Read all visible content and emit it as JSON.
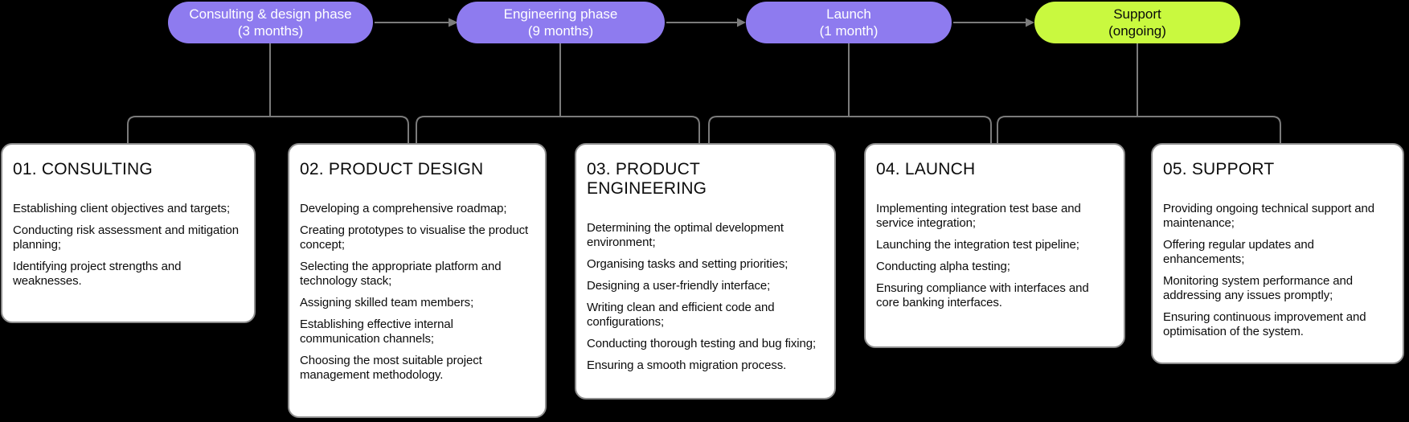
{
  "colors": {
    "background": "#000000",
    "phase_purple": "#8e7bef",
    "phase_green": "#c9f93f",
    "connector_gray": "#7b7b7b",
    "card_border": "#8e8e8e",
    "card_background": "#ffffff",
    "card_text": "#0c0c0c"
  },
  "phases": [
    {
      "line1": "Consulting & design phase",
      "line2": "(3 months)",
      "color": "#8e7bef",
      "text_color": "#ffffff"
    },
    {
      "line1": "Engineering phase",
      "line2": "(9 months)",
      "color": "#8e7bef",
      "text_color": "#ffffff"
    },
    {
      "line1": "Launch",
      "line2": "(1 month)",
      "color": "#8e7bef",
      "text_color": "#ffffff"
    },
    {
      "line1": "Support",
      "line2": "(ongoing)",
      "color": "#c9f93f",
      "text_color": "#0a0a0a"
    }
  ],
  "cards": [
    {
      "title": "01. CONSULTING",
      "items": [
        "Establishing client objectives and targets;",
        "Conducting risk assessment and mitigation planning;",
        "Identifying project strengths and weaknesses."
      ]
    },
    {
      "title": "02. PRODUCT DESIGN",
      "items": [
        "Developing a comprehensive roadmap;",
        "Creating prototypes to visualise the product concept;",
        "Selecting the appropriate platform and technology stack;",
        "Assigning skilled team members;",
        "Establishing effective internal communication channels;",
        "Choosing the most suitable project management methodology."
      ]
    },
    {
      "title": "03. PRODUCT ENGINEERING",
      "items": [
        "Determining the optimal development environment;",
        "Organising tasks and setting priorities;",
        "Designing a user-friendly interface;",
        "Writing clean and efficient code and configurations;",
        "Conducting thorough testing and bug fixing;",
        "Ensuring a smooth migration process."
      ]
    },
    {
      "title": "04. LAUNCH",
      "items": [
        "Implementing integration test base and service integration;",
        "Launching the integration test pipeline;",
        "Conducting alpha testing;",
        "Ensuring compliance with interfaces and core banking interfaces."
      ]
    },
    {
      "title": "05. SUPPORT",
      "items": [
        "Providing ongoing technical support and maintenance;",
        "Offering regular updates and enhancements;",
        "Monitoring system performance and addressing any issues promptly;",
        "Ensuring continuous improvement and optimisation of the system."
      ]
    }
  ]
}
